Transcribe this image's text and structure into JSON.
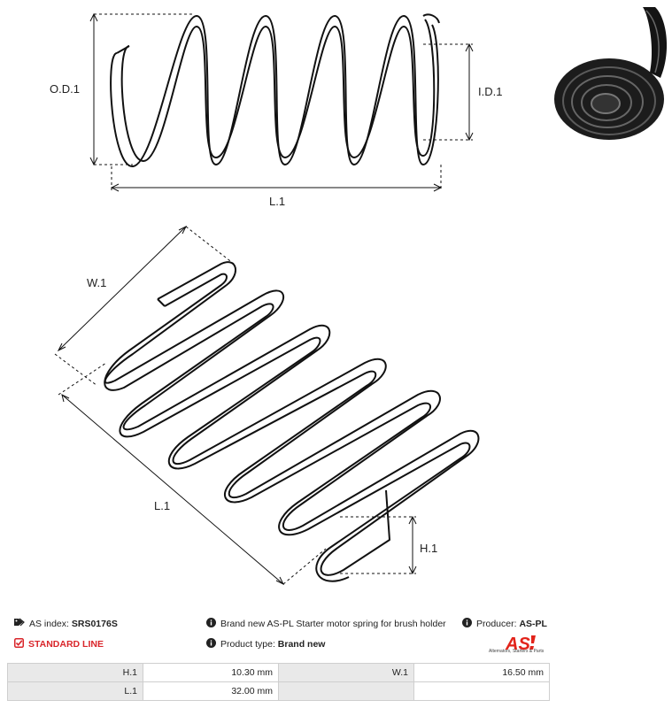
{
  "drawing": {
    "top_labels": {
      "od": "O.D.1",
      "id": "I.D.1",
      "length": "L.1"
    },
    "bottom_labels": {
      "width": "W.1",
      "length": "L.1",
      "height": "H.1"
    }
  },
  "info": {
    "index_label": "AS index:",
    "index_value": "SRS0176S",
    "standard_line": "STANDARD LINE",
    "description": "Brand new AS-PL Starter motor spring for brush holder",
    "producer_label": "Producer:",
    "producer_value": "AS-PL",
    "product_type_label": "Product type:",
    "product_type_value": "Brand new"
  },
  "logo": {
    "text": "AS",
    "tagline": "Alternators, Starters & Parts",
    "color": "#e2231a"
  },
  "specs": {
    "rows": [
      [
        {
          "label": "H.1",
          "value": "10.30 mm"
        },
        {
          "label": "W.1",
          "value": "16.50 mm"
        }
      ],
      [
        {
          "label": "L.1",
          "value": "32.00 mm"
        },
        {
          "label": "",
          "value": ""
        }
      ]
    ]
  }
}
